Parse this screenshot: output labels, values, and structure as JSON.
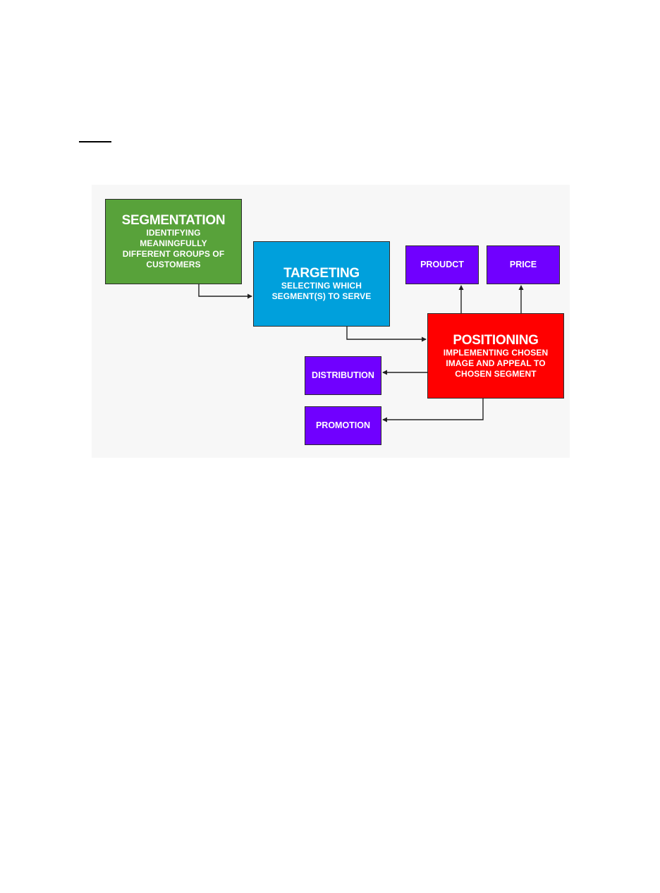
{
  "diagram": {
    "boxes": {
      "segmentation": {
        "title": "SEGMENTATION",
        "subtitle": "IDENTIFYING MEANINGFULLY DIFFERENT GROUPS OF CUSTOMERS",
        "color": "#58a23a"
      },
      "targeting": {
        "title": "TARGETING",
        "subtitle": "SELECTING WHICH SEGMENT(S) TO SERVE",
        "color": "#00a0dc"
      },
      "positioning": {
        "title": "POSITIONING",
        "subtitle": "IMPLEMENTING CHOSEN IMAGE AND APPEAL TO CHOSEN SEGMENT",
        "color": "#ff0000"
      },
      "product": {
        "label": "PROUDCT",
        "color": "#7000ff"
      },
      "price": {
        "label": "PRICE",
        "color": "#7000ff"
      },
      "distribution": {
        "label": "DISTRIBUTION",
        "color": "#7000ff"
      },
      "promotion": {
        "label": "PROMOTION",
        "color": "#7000ff"
      }
    },
    "connections": [
      {
        "from": "segmentation",
        "to": "targeting"
      },
      {
        "from": "targeting",
        "to": "positioning"
      },
      {
        "from": "positioning",
        "to": "product"
      },
      {
        "from": "positioning",
        "to": "price"
      },
      {
        "from": "positioning",
        "to": "distribution"
      },
      {
        "from": "positioning",
        "to": "promotion"
      }
    ]
  }
}
